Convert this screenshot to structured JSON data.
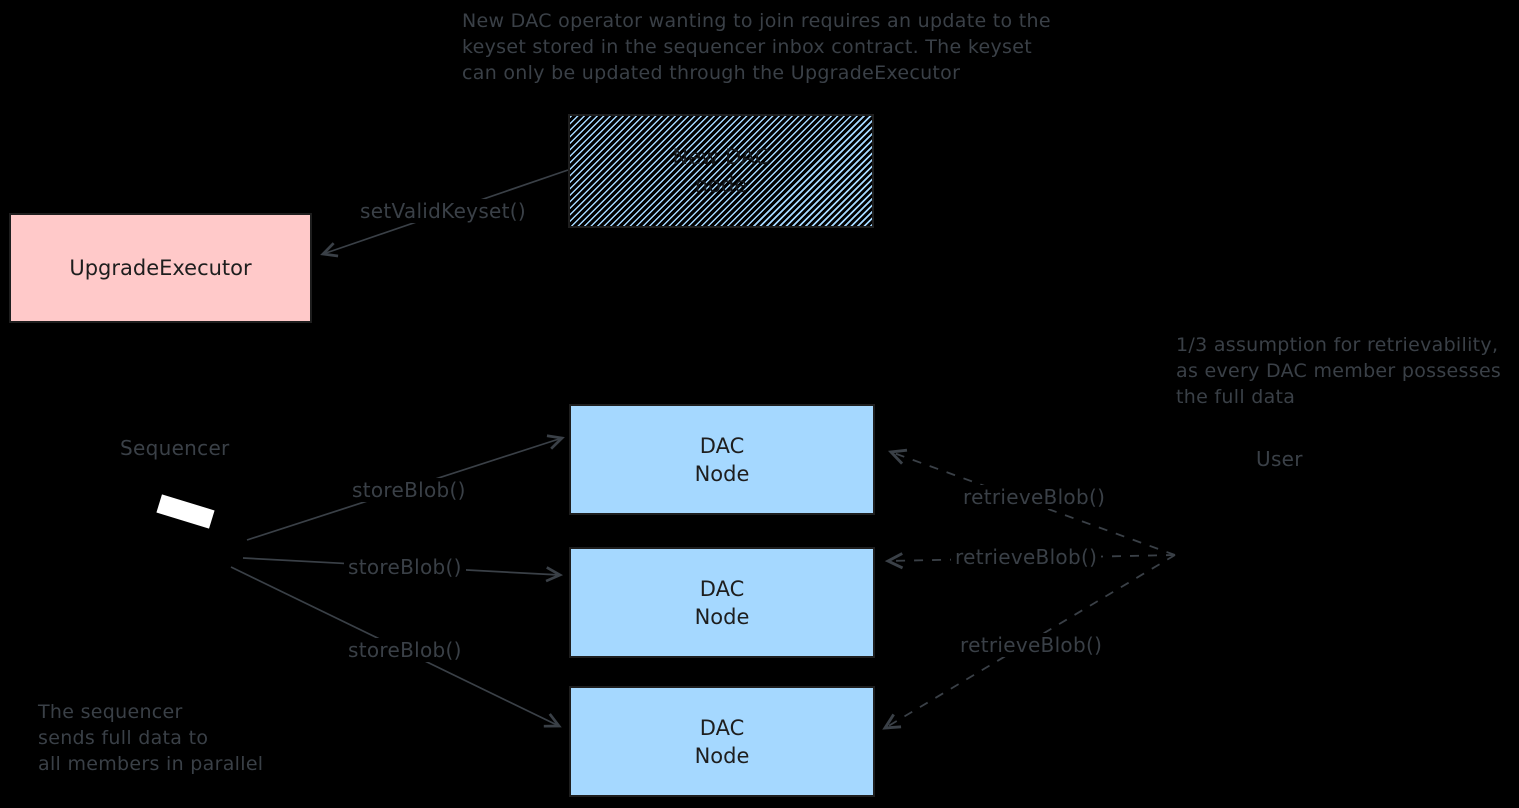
{
  "colors": {
    "background": "#000000",
    "ink": "#3a4047",
    "box_text": "#1e1e1e",
    "dac_node_fill": "#a5d8ff",
    "upgrade_executor_fill": "#ffc9c9",
    "sequencer_screen": "#ffffff"
  },
  "notes": {
    "keyset": [
      "New DAC operator wanting to join requires an update to the",
      "keyset stored in the sequencer inbox contract. The keyset",
      "can only be updated through the UpgradeExecutor"
    ],
    "assumption": [
      "1/3 assumption for retrievability,",
      "as every DAC member possesses",
      "the full data"
    ],
    "parallel": [
      "The sequencer",
      "sends full data to",
      "all members in parallel"
    ]
  },
  "boxes": {
    "new_dac_node": {
      "line1": "New DAC",
      "line2": "node"
    },
    "upgrade_executor": {
      "label": "UpgradeExecutor"
    },
    "dac_nodes": [
      {
        "line1": "DAC",
        "line2": "Node"
      },
      {
        "line1": "DAC",
        "line2": "Node"
      },
      {
        "line1": "DAC",
        "line2": "Node"
      }
    ]
  },
  "actors": {
    "sequencer": "Sequencer",
    "user": "User"
  },
  "edge_labels": {
    "set_valid_keyset": "setValidKeyset()",
    "store_blob": [
      "storeBlob()",
      "storeBlob()",
      "storeBlob()"
    ],
    "retrieve_blob": [
      "retrieveBlob()",
      "retrieveBlob()",
      "retrieveBlob()"
    ]
  }
}
